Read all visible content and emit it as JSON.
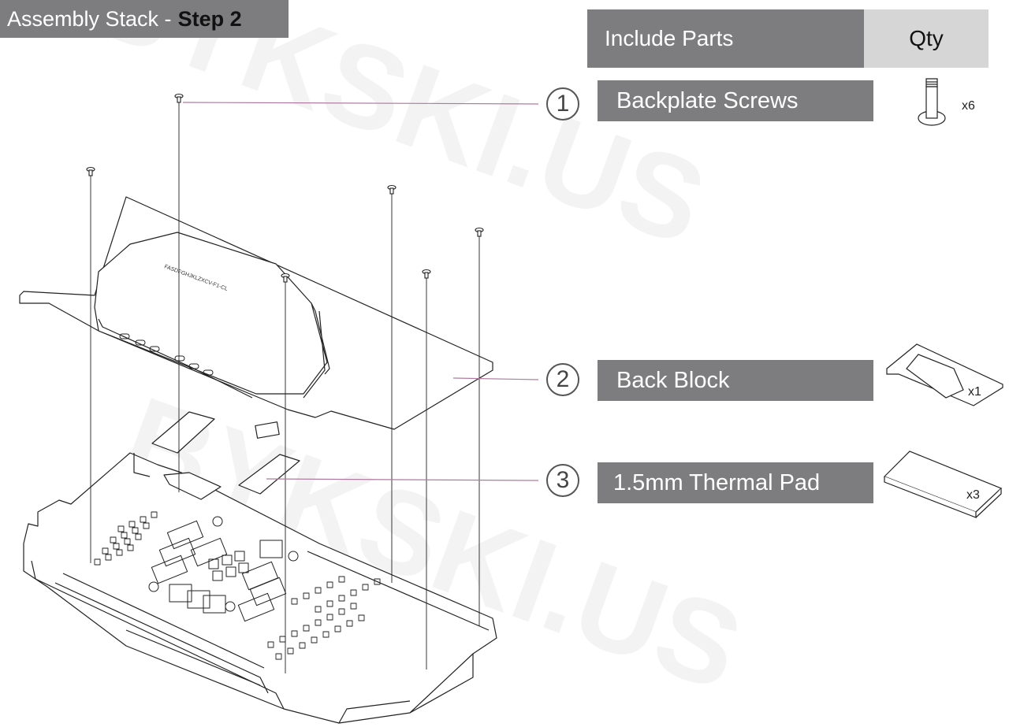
{
  "header": {
    "title": "Assembly Stack -",
    "step": "Step 2",
    "include_parts": "Include Parts",
    "qty": "Qty"
  },
  "parts": [
    {
      "number": "1",
      "name": "Backplate Screws",
      "qty": "x6"
    },
    {
      "number": "2",
      "name": "Back Block",
      "qty": "x1"
    },
    {
      "number": "3",
      "name": "1.5mm Thermal Pad",
      "qty": "x3"
    }
  ],
  "watermark": "BYKSKI.US",
  "block_engraving": "FASDFGHJKLZXCV-F1-CL",
  "colors": {
    "label_bg": "#7d7d7f",
    "qty_bg": "#d6d6d6",
    "leader_line": "#b07aa0",
    "line": "#222222"
  }
}
